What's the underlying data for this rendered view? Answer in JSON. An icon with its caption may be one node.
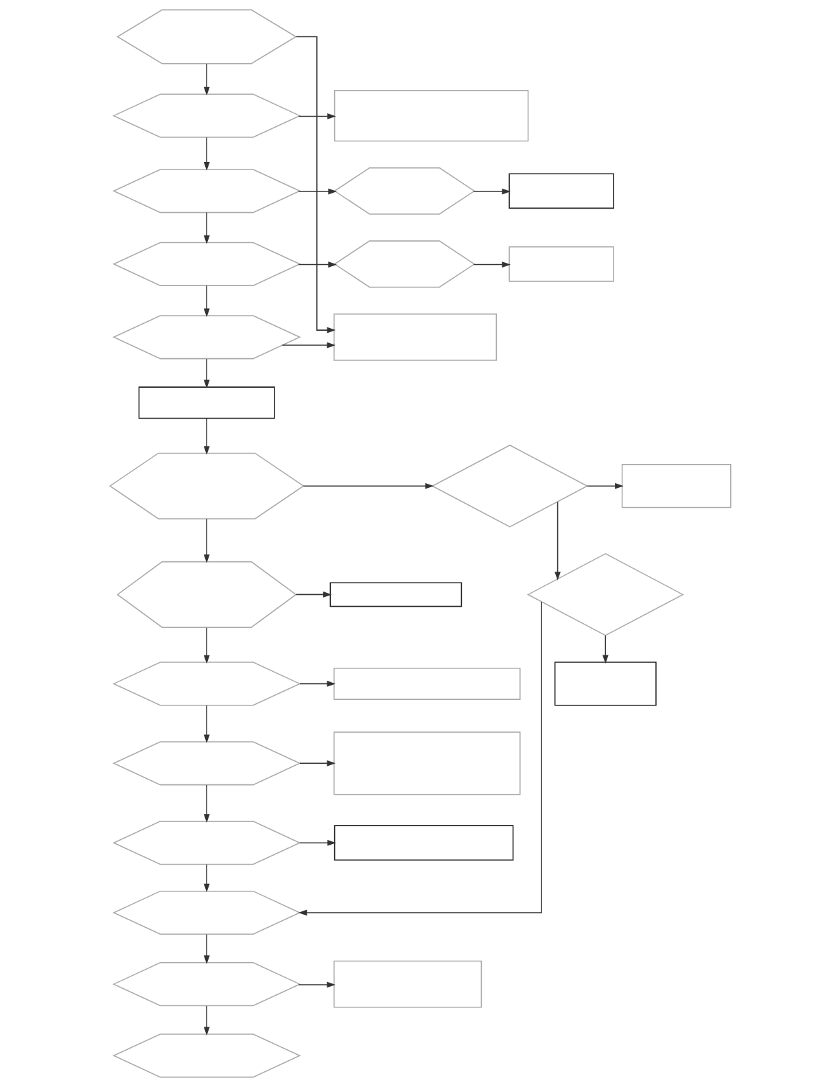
{
  "diagram": {
    "nodes": [
      {
        "text": [],
        "shape": "hexagon"
      },
      {
        "text": [],
        "shape": "hexagon"
      },
      {
        "text": [],
        "shape": "box"
      },
      {
        "text": [],
        "shape": "hexagon"
      },
      {
        "text": [],
        "shape": "hexagon"
      },
      {
        "text": [],
        "shape": "box"
      },
      {
        "text": [],
        "shape": "hexagon"
      },
      {
        "text": [],
        "shape": "hexagon"
      },
      {
        "text": [],
        "shape": "box"
      },
      {
        "text": [],
        "shape": "hexagon"
      },
      {
        "text": [],
        "shape": "box"
      },
      {
        "text": [],
        "shape": "box"
      },
      {
        "text": [],
        "shape": "hexagon"
      },
      {
        "text": [],
        "shape": "diamond"
      },
      {
        "text": [],
        "shape": "box"
      },
      {
        "text": [],
        "shape": "hexagon"
      },
      {
        "text": [],
        "shape": "box"
      },
      {
        "text": [],
        "shape": "diamond"
      },
      {
        "text": [],
        "shape": "box"
      },
      {
        "text": [],
        "shape": "hexagon"
      },
      {
        "text": [],
        "shape": "box"
      },
      {
        "text": [],
        "shape": "hexagon"
      },
      {
        "text": [],
        "shape": "box"
      },
      {
        "text": [],
        "shape": "hexagon"
      },
      {
        "text": [],
        "shape": "box"
      },
      {
        "text": [],
        "shape": "hexagon"
      },
      {
        "text": [],
        "shape": "hexagon"
      },
      {
        "text": [],
        "shape": "box"
      },
      {
        "text": [],
        "shape": "hexagon"
      }
    ],
    "edges": [
      {
        "from": 0,
        "to": 1,
        "arrow": "to"
      },
      {
        "from": 1,
        "to": 2,
        "arrow": "to"
      },
      {
        "from": 1,
        "to": 3,
        "arrow": "to"
      },
      {
        "from": 3,
        "to": 4,
        "arrow": "to"
      },
      {
        "from": 4,
        "to": 5,
        "arrow": "to"
      },
      {
        "from": 3,
        "to": 6,
        "arrow": "to"
      },
      {
        "from": 6,
        "to": 7,
        "arrow": "to"
      },
      {
        "from": 7,
        "to": 8,
        "arrow": "to"
      },
      {
        "from": 6,
        "to": 9,
        "arrow": "to"
      },
      {
        "from": 9,
        "to": 10,
        "arrow": "to"
      },
      {
        "from": 0,
        "to": 10,
        "arrow": "to"
      },
      {
        "from": 9,
        "to": 11,
        "arrow": "to"
      },
      {
        "from": 11,
        "to": 12,
        "arrow": "to"
      },
      {
        "from": 12,
        "to": 13,
        "arrow": "to"
      },
      {
        "from": 13,
        "to": 14,
        "arrow": "to"
      },
      {
        "from": 13,
        "to": 17,
        "arrow": "to"
      },
      {
        "from": 12,
        "to": 15,
        "arrow": "to"
      },
      {
        "from": 15,
        "to": 16,
        "arrow": "to"
      },
      {
        "from": 17,
        "to": 18,
        "arrow": "to"
      },
      {
        "from": 15,
        "to": 19,
        "arrow": "to"
      },
      {
        "from": 19,
        "to": 20,
        "arrow": "to"
      },
      {
        "from": 19,
        "to": 21,
        "arrow": "to"
      },
      {
        "from": 21,
        "to": 22,
        "arrow": "to"
      },
      {
        "from": 21,
        "to": 23,
        "arrow": "to"
      },
      {
        "from": 23,
        "to": 24,
        "arrow": "to"
      },
      {
        "from": 23,
        "to": 25,
        "arrow": "to"
      },
      {
        "from": 17,
        "to": 25,
        "arrow": "to"
      },
      {
        "from": 25,
        "to": 26,
        "arrow": "to"
      },
      {
        "from": 26,
        "to": 27,
        "arrow": "to"
      },
      {
        "from": 26,
        "to": 28,
        "arrow": "to"
      }
    ]
  }
}
